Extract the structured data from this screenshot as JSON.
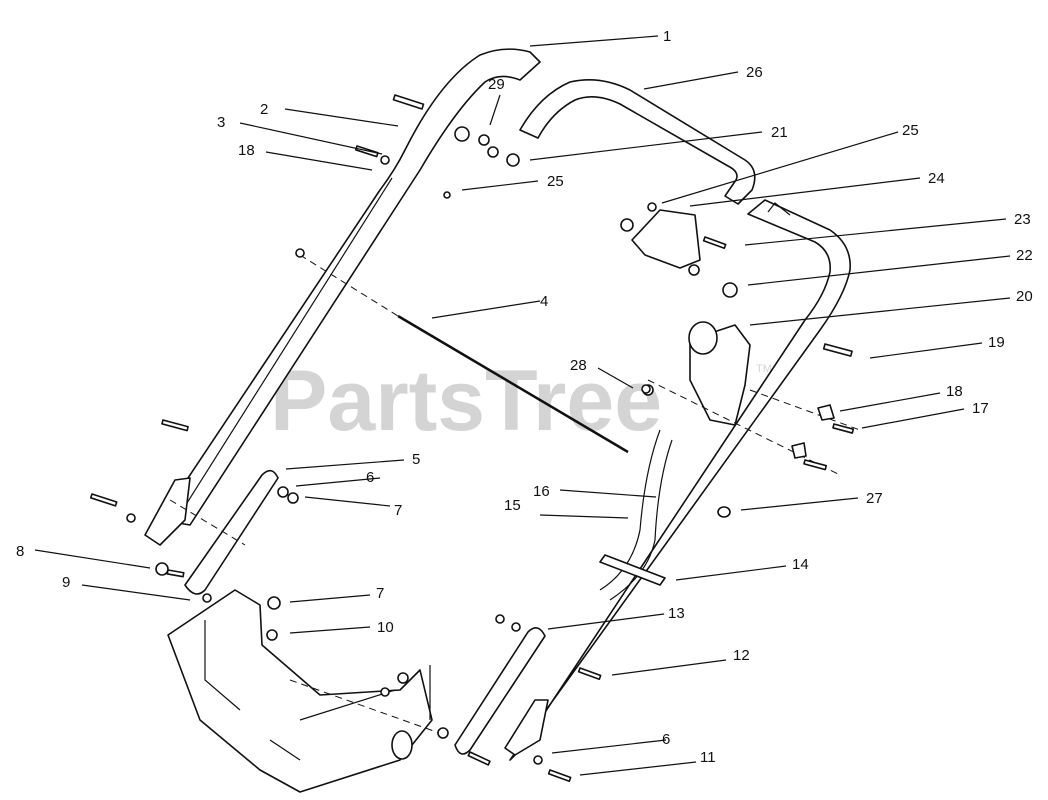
{
  "watermark": {
    "text": "PartsTree",
    "tm": "TM"
  },
  "callouts": [
    {
      "id": "c1",
      "label": "1"
    },
    {
      "id": "c2",
      "label": "2"
    },
    {
      "id": "c3",
      "label": "3"
    },
    {
      "id": "c4",
      "label": "4"
    },
    {
      "id": "c5",
      "label": "5"
    },
    {
      "id": "c6a",
      "label": "6"
    },
    {
      "id": "c6b",
      "label": "6"
    },
    {
      "id": "c7a",
      "label": "7"
    },
    {
      "id": "c7b",
      "label": "7"
    },
    {
      "id": "c8",
      "label": "8"
    },
    {
      "id": "c9",
      "label": "9"
    },
    {
      "id": "c10",
      "label": "10"
    },
    {
      "id": "c11",
      "label": "11"
    },
    {
      "id": "c12",
      "label": "12"
    },
    {
      "id": "c13",
      "label": "13"
    },
    {
      "id": "c14",
      "label": "14"
    },
    {
      "id": "c15",
      "label": "15"
    },
    {
      "id": "c16",
      "label": "16"
    },
    {
      "id": "c17",
      "label": "17"
    },
    {
      "id": "c18a",
      "label": "18"
    },
    {
      "id": "c18b",
      "label": "18"
    },
    {
      "id": "c19",
      "label": "19"
    },
    {
      "id": "c20",
      "label": "20"
    },
    {
      "id": "c21",
      "label": "21"
    },
    {
      "id": "c22",
      "label": "22"
    },
    {
      "id": "c23",
      "label": "23"
    },
    {
      "id": "c24",
      "label": "24"
    },
    {
      "id": "c25a",
      "label": "25"
    },
    {
      "id": "c25b",
      "label": "25"
    },
    {
      "id": "c26",
      "label": "26"
    },
    {
      "id": "c27",
      "label": "27"
    },
    {
      "id": "c28",
      "label": "28"
    },
    {
      "id": "c29",
      "label": "29"
    }
  ]
}
